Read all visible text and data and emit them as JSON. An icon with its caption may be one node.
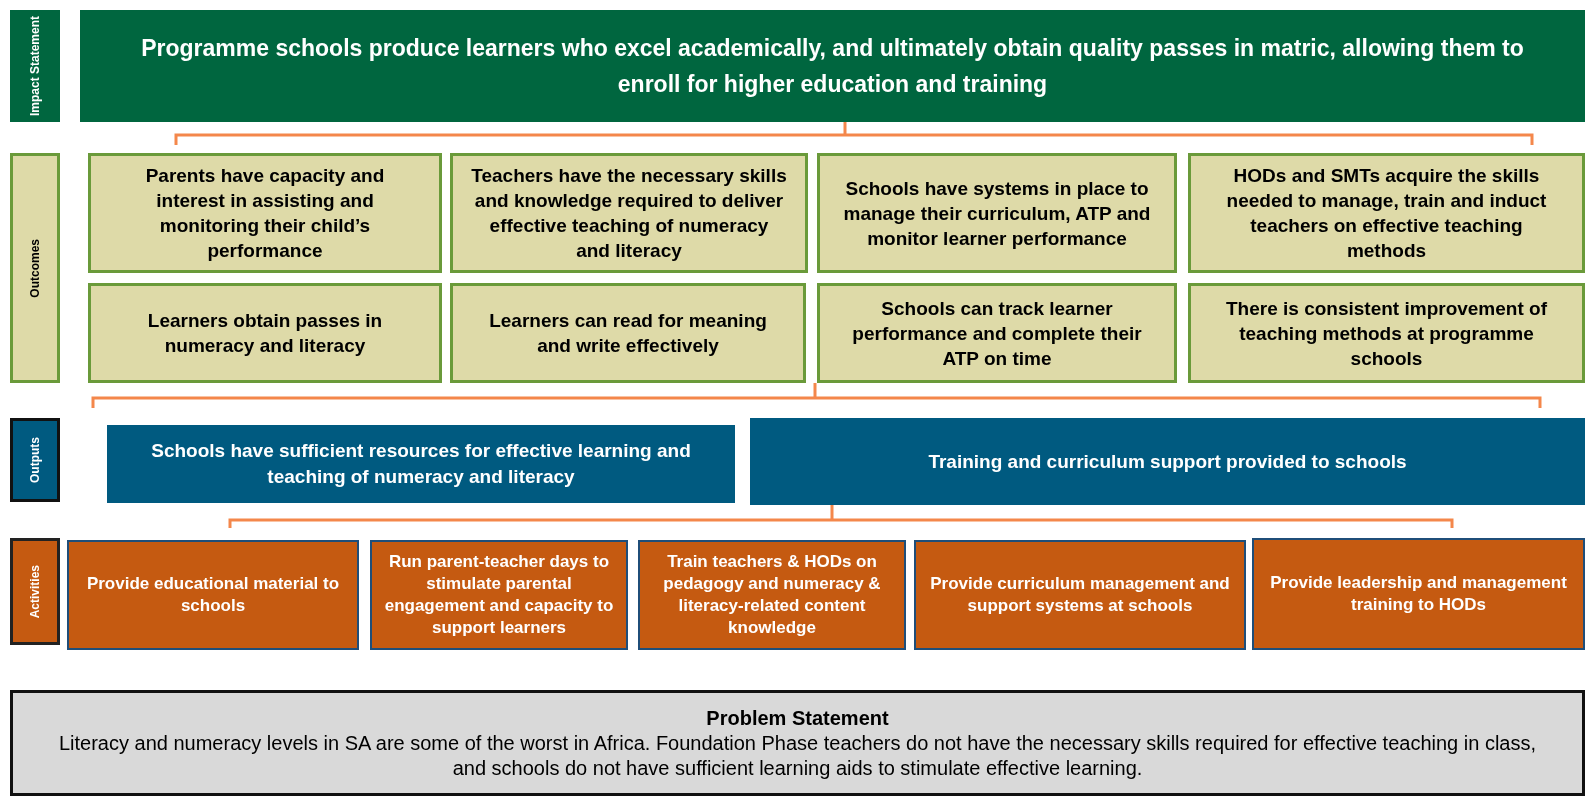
{
  "diagram": {
    "nodes": [
      {
        "text": [
          "Impact Statement"
        ]
      },
      {
        "text": [
          "Programme schools produce learners who excel academically, and ultimately obtain quality passes in matric, allowing them to enroll for higher education and training"
        ]
      },
      {
        "text": [
          "Outcomes"
        ]
      },
      {
        "text": [
          "Parents have capacity and interest in assisting and monitoring their child’s performance"
        ]
      },
      {
        "text": [
          "Teachers have the necessary skills and knowledge required to deliver effective teaching of numeracy and literacy"
        ]
      },
      {
        "text": [
          "Schools have systems in place to manage their curriculum, ATP and monitor learner performance"
        ]
      },
      {
        "text": [
          "HODs and SMTs acquire the skills needed to manage, train and induct teachers on effective teaching methods"
        ]
      },
      {
        "text": [
          "Learners obtain passes in numeracy and literacy"
        ]
      },
      {
        "text": [
          "Learners can read for meaning and write effectively"
        ]
      },
      {
        "text": [
          "Schools can track learner performance and complete their ATP on time"
        ]
      },
      {
        "text": [
          "There is consistent improvement of teaching methods at programme schools"
        ]
      },
      {
        "text": [
          "Outputs"
        ]
      },
      {
        "text": [
          "Schools have sufficient resources for effective learning and teaching of numeracy and literacy"
        ]
      },
      {
        "text": [
          "Training and curriculum support provided to schools"
        ]
      },
      {
        "text": [
          "Activities"
        ]
      },
      {
        "text": [
          "Provide educational material to schools"
        ]
      },
      {
        "text": [
          "Run parent-teacher days to stimulate parental engagement and capacity to support learners"
        ]
      },
      {
        "text": [
          "Train teachers & HODs on pedagogy and numeracy & literacy-related content knowledge"
        ]
      },
      {
        "text": [
          "Provide curriculum management and support systems at schools"
        ]
      },
      {
        "text": [
          "Provide leadership and management training to HODs"
        ]
      },
      {
        "text": [
          "Problem Statement",
          "Literacy and numeracy levels in SA are some of the worst in Africa. Foundation Phase teachers do not have the necessary skills required for effective teaching in class, and schools do not have sufficient learning aids to stimulate effective learning."
        ]
      }
    ]
  }
}
